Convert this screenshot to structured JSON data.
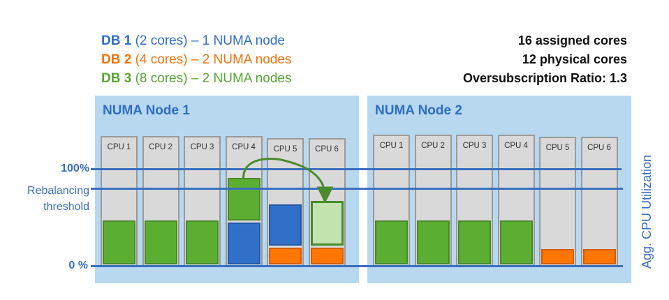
{
  "legend": [
    {
      "db": "DB 1",
      "desc": " (2 cores) – 1 NUMA node",
      "color": "#2f6fc6"
    },
    {
      "db": "DB 2",
      "desc": " (4 cores) – 2 NUMA nodes",
      "color": "#f5720a"
    },
    {
      "db": "DB 3",
      "desc": " (8 cores) – 2 NUMA nodes",
      "color": "#56a733"
    }
  ],
  "stats": [
    "16 assigned cores",
    "12 physical cores",
    "Oversubscription Ratio: 1.3"
  ],
  "axis": {
    "top_label": "100%",
    "threshold_label_1": "Rebalancing",
    "threshold_label_2": "threshold",
    "bottom_label": "0 %",
    "ylabel": "Agg. CPU Utilization",
    "threshold_value": 0.8
  },
  "colors": {
    "db1": "#3070c8",
    "db1_border": "#2458a4",
    "db2": "#ff7700",
    "db2_border": "#d35d06",
    "db3": "#5cae33",
    "db3_border": "#4a8a2a",
    "db3_moved": "#c2e2b0",
    "db3_moved_border": "#4a8a2a",
    "arrow": "#4a8a2a"
  },
  "nodes": [
    {
      "title": "NUMA Node 1",
      "cpus": [
        {
          "label": "CPU 1",
          "segments": [
            {
              "db": "db3",
              "value": 0.45
            }
          ]
        },
        {
          "label": "CPU 2",
          "segments": [
            {
              "db": "db3",
              "value": 0.45
            }
          ]
        },
        {
          "label": "CPU 3",
          "segments": [
            {
              "db": "db3",
              "value": 0.45
            }
          ]
        },
        {
          "label": "CPU 4",
          "segments": [
            {
              "db": "db1",
              "value": 0.43
            },
            {
              "db": "db3",
              "value": 0.44
            }
          ]
        },
        {
          "label": "CPU 5",
          "segments": [
            {
              "db": "db2",
              "value": 0.17
            },
            {
              "db": "db1",
              "value": 0.43
            }
          ]
        },
        {
          "label": "CPU 6",
          "segments": [
            {
              "db": "db2",
              "value": 0.17
            },
            {
              "db": "db3_moved",
              "value": 0.46
            }
          ]
        }
      ]
    },
    {
      "title": "NUMA Node 2",
      "cpus": [
        {
          "label": "CPU 1",
          "segments": [
            {
              "db": "db3",
              "value": 0.45
            }
          ]
        },
        {
          "label": "CPU 2",
          "segments": [
            {
              "db": "db3",
              "value": 0.45
            }
          ]
        },
        {
          "label": "CPU 3",
          "segments": [
            {
              "db": "db3",
              "value": 0.45
            }
          ]
        },
        {
          "label": "CPU 4",
          "segments": [
            {
              "db": "db3",
              "value": 0.45
            }
          ]
        },
        {
          "label": "CPU 5",
          "segments": [
            {
              "db": "db2",
              "value": 0.16
            }
          ]
        },
        {
          "label": "CPU 6",
          "segments": [
            {
              "db": "db2",
              "value": 0.16
            }
          ]
        }
      ]
    }
  ],
  "migration": {
    "from": "NUMA Node 1 / CPU 4",
    "to": "NUMA Node 1 / CPU 6",
    "db": "DB 3"
  }
}
